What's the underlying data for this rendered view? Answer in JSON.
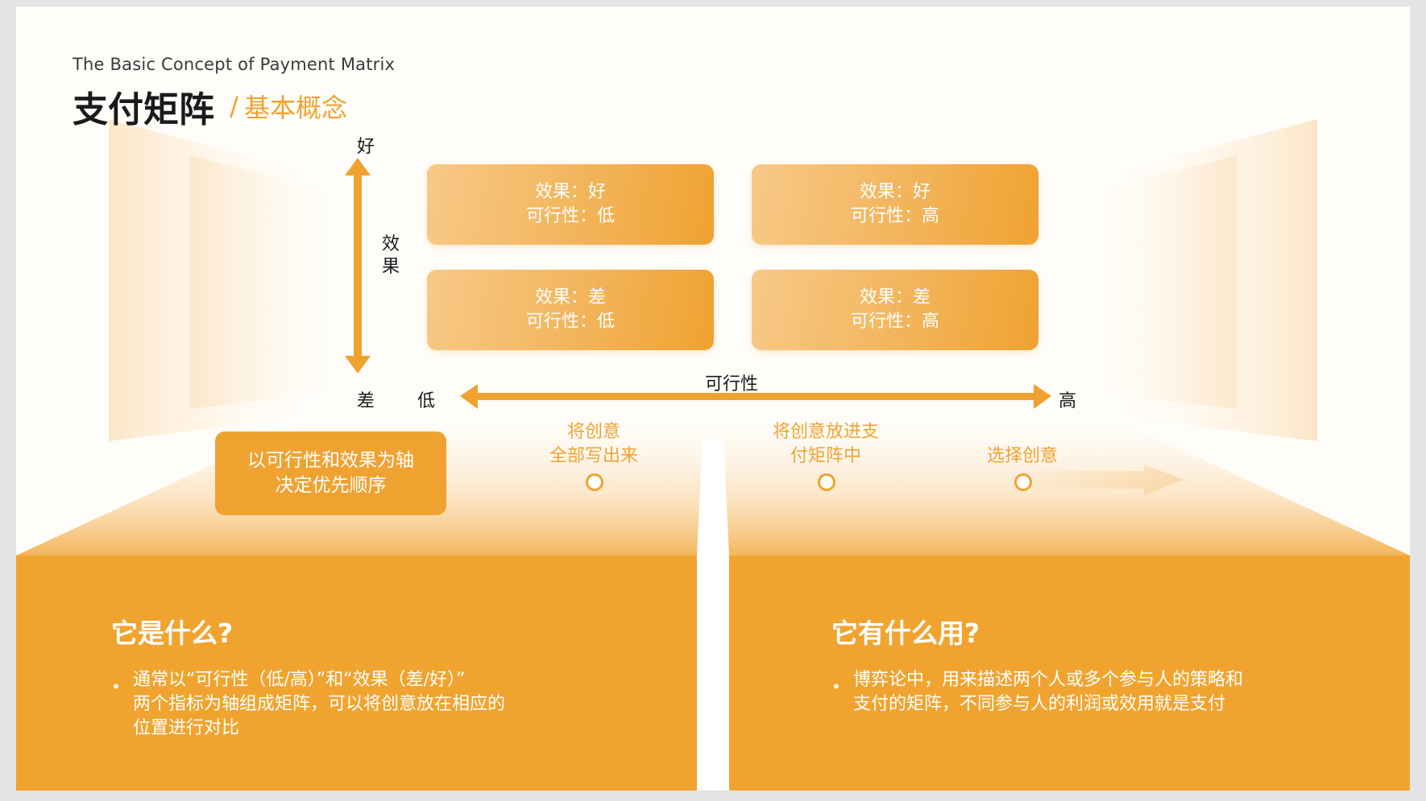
{
  "header": {
    "subtitle_en": "The Basic Concept of Payment Matrix",
    "title": "支付矩阵",
    "slash": "/",
    "subtitle": "基本概念"
  },
  "matrix": {
    "y_axis": {
      "title": "效果",
      "high": "好",
      "low": "差"
    },
    "x_axis": {
      "title": "可行性",
      "low": "低",
      "high": "高"
    },
    "cells": [
      {
        "effect": "效果：好",
        "feasibility": "可行性：低"
      },
      {
        "effect": "效果：好",
        "feasibility": "可行性：高"
      },
      {
        "effect": "效果：差",
        "feasibility": "可行性：低"
      },
      {
        "effect": "效果：差",
        "feasibility": "可行性：高"
      }
    ]
  },
  "process": {
    "basis": {
      "line1": "以可行性和效果为轴",
      "line2": "决定优先顺序"
    },
    "steps": [
      {
        "line1": "将创意",
        "line2": "全部写出来"
      },
      {
        "line1": "将创意放进支",
        "line2": "付矩阵中"
      },
      {
        "line1": "选择创意",
        "line2": ""
      }
    ]
  },
  "panels": {
    "left": {
      "title": "它是什么?",
      "bullet_lines": [
        "通常以“可行性（低/高）”和“效果（差/好）”",
        "两个指标为轴组成矩阵，可以将创意放在相应的",
        "位置进行对比"
      ]
    },
    "right": {
      "title": "它有什么用?",
      "bullet_lines": [
        "博弈论中，用来描述两个人或多个参与人的策略和",
        "支付的矩阵，不同参与人的利润或效用就是支付"
      ]
    }
  },
  "colors": {
    "accent": "#f0a231",
    "panel": "#f0a42f",
    "text_dark": "#1a1a1a",
    "background": "#fffdf9"
  }
}
